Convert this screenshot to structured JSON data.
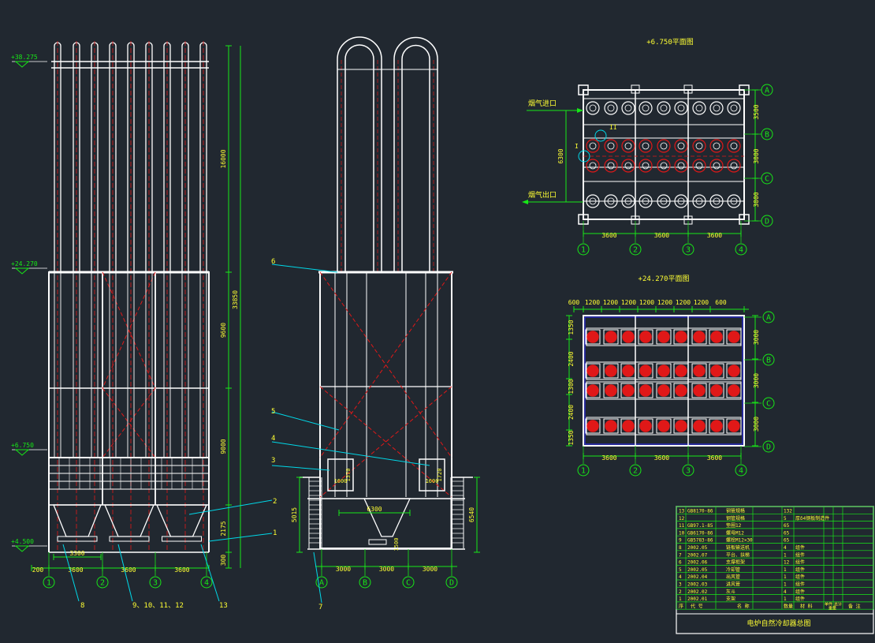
{
  "colors": {
    "background": "#212830",
    "structure_white": "#ffffff",
    "structure_red": "#e01818",
    "dimension_green": "#17e817",
    "text_yellow": "#ffff33",
    "leader_cyan": "#00d8e8",
    "axis_green": "#17e817",
    "blue": "#2a2aff"
  },
  "plan_views": {
    "upper_title": "+6.750平面图",
    "lower_title": "+24.270平面图",
    "flue_gas_in": "烟气进口",
    "flue_gas_out": "烟气出口",
    "upper_dim_bottom": [
      "3600",
      "3600",
      "3600"
    ],
    "upper_dim_right": [
      "3500",
      "3000",
      "3000"
    ],
    "upper_dim_left": "6300",
    "upper_mark": "II",
    "upper_mark_side": "I",
    "lower_dim_top": [
      "600",
      "1200",
      "1200",
      "1200",
      "1200",
      "1200",
      "1200",
      "1200",
      "600"
    ],
    "lower_dim_left": [
      "1350",
      "2400",
      "1300",
      "2400",
      "1350"
    ],
    "lower_dim_right": [
      "3000",
      "3000",
      "3000"
    ],
    "lower_dim_bottom": [
      "3600",
      "3600",
      "3600"
    ],
    "row_axes": [
      "A",
      "B",
      "C",
      "D"
    ],
    "col_axes": [
      "1",
      "2",
      "3",
      "4"
    ]
  },
  "front_view": {
    "elevations": [
      "+38.275",
      "+24.270",
      "+6.750",
      "+4.500"
    ],
    "dims_right": [
      "16000",
      "9600",
      "9000",
      "2175",
      "300"
    ],
    "dim_total": "33850",
    "dims_bottom": [
      "200",
      "3600",
      "3600",
      "3600"
    ],
    "dim_inner": "3300",
    "axes": [
      "1",
      "2",
      "3",
      "4"
    ],
    "callouts": [
      "1",
      "2",
      "8",
      "9、10、11、12",
      "13"
    ]
  },
  "side_view": {
    "dims_bottom": [
      "3000",
      "3000",
      "3000"
    ],
    "dim_inner": "6300",
    "dim_left": "5015",
    "dim_right": "6540",
    "dim_small": "1500",
    "box_w_left": "1600",
    "box_h_left": "1370",
    "box_w_right": "1600",
    "box_h_right": "1720",
    "axes": [
      "A",
      "B",
      "C",
      "D"
    ],
    "callouts": [
      "3",
      "4",
      "5",
      "6",
      "7"
    ]
  },
  "title_block": {
    "drawing_title": "电炉自然冷却器总图",
    "rows": [
      {
        "no": "13",
        "code": "GB8170-86",
        "name": "钢管规格",
        "qty": "132",
        "mat": "",
        "note": ""
      },
      {
        "no": "12",
        "code": "",
        "name": "钢管规格",
        "qty": "5",
        "mat": "厚δ4钢板制造件",
        "note": ""
      },
      {
        "no": "11",
        "code": "GB97.1-85",
        "name": "垫圈12",
        "qty": "65",
        "mat": "",
        "note": ""
      },
      {
        "no": "10",
        "code": "GB6170-86",
        "name": "螺母M12",
        "qty": "65",
        "mat": "",
        "note": ""
      },
      {
        "no": "9",
        "code": "GB5783-86",
        "name": "螺栓M12×30",
        "qty": "65",
        "mat": "",
        "note": ""
      },
      {
        "no": "8",
        "code": "2002.05",
        "name": "链板输送机",
        "qty": "4",
        "mat": "组件",
        "note": ""
      },
      {
        "no": "7",
        "code": "2002.07",
        "name": "平台、扶梯",
        "qty": "1",
        "mat": "组件",
        "note": ""
      },
      {
        "no": "6",
        "code": "2002.06",
        "name": "支撑框架",
        "qty": "12",
        "mat": "组件",
        "note": ""
      },
      {
        "no": "5",
        "code": "2002.05",
        "name": "冷却管",
        "qty": "1",
        "mat": "组件",
        "note": ""
      },
      {
        "no": "4",
        "code": "2002.04",
        "name": "出风管",
        "qty": "1",
        "mat": "组件",
        "note": ""
      },
      {
        "no": "3",
        "code": "2002.03",
        "name": "进风管",
        "qty": "1",
        "mat": "组件",
        "note": ""
      },
      {
        "no": "2",
        "code": "2002.02",
        "name": "灰斗",
        "qty": "4",
        "mat": "组件",
        "note": ""
      },
      {
        "no": "1",
        "code": "2002.01",
        "name": "支架",
        "qty": "1",
        "mat": "组件",
        "note": ""
      }
    ],
    "header": {
      "no": "序",
      "code": "代 号",
      "name": "名 称",
      "qty": "数量",
      "mat": "材 料",
      "unit_w": "单件",
      "total_w": "总计",
      "weight": "重量",
      "note": "备 注"
    }
  }
}
